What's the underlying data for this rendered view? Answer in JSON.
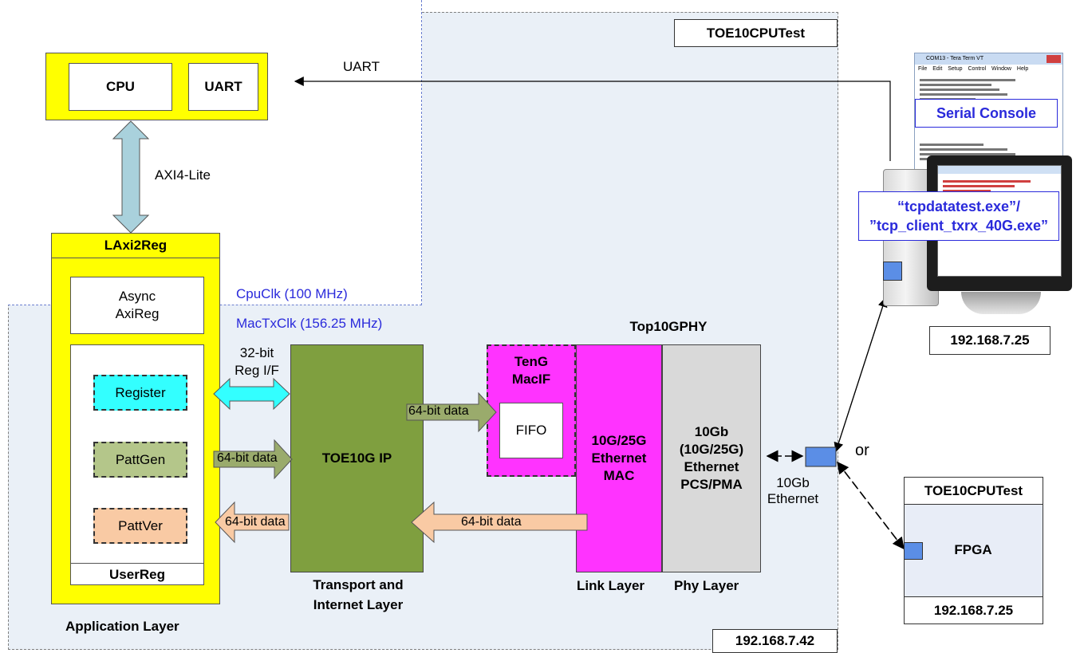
{
  "board": {
    "title": "TOE10CPUTest",
    "ip": "192.168.7.42"
  },
  "cpu_block": {
    "cpu": "CPU",
    "uart": "UART"
  },
  "uart_link": "UART",
  "axi": "AXI4-Lite",
  "clocks": {
    "cpu": "CpuClk (100 MHz)",
    "mac": "MacTxClk (156.25 MHz)"
  },
  "laxi": {
    "title": "LAxi2Reg",
    "async": "Async\nAxiReg",
    "register": "Register",
    "pattgen": "PattGen",
    "pattver": "PattVer",
    "userreg": "UserReg"
  },
  "layers": {
    "application": "Application Layer",
    "transport": "Transport and\nInternet Layer",
    "link": "Link Layer",
    "phy": "Phy Layer"
  },
  "toe": "TOE10G IP",
  "arrows": {
    "reg_if": "32-bit\nReg I/F",
    "patt_data": "64-bit data",
    "ver_data": "64-bit data",
    "fifo_data": "64-bit data",
    "rx_data": "64-bit data"
  },
  "tengmacif": {
    "title": "TenG\nMacIF",
    "fifo": "FIFO"
  },
  "top10gphy": "Top10GPHY",
  "mac": "10G/25G\nEthernet\nMAC",
  "pcs": "10Gb\n(10G/25G)\nEthernet\nPCS/PMA",
  "ethernet": "10Gb\nEthernet",
  "or": "or",
  "pc": {
    "window_title": "COM13 - Tera Term VT",
    "menu": [
      "File",
      "Edit",
      "Setup",
      "Control",
      "Window",
      "Help"
    ],
    "serial_console": "Serial Console",
    "app": "“tcpdatatest.exe”/\n”tcp_client_txrx_40G.exe”",
    "ip": "192.168.7.25"
  },
  "fpga_box": {
    "title": "TOE10CPUTest",
    "label": "FPGA",
    "ip": "192.168.7.25"
  },
  "colors": {
    "yellow": "#ffff00",
    "olive": "#7f9f3f",
    "magenta": "#ff33ff",
    "gray": "#d9d9d9",
    "cyan": "#33ffff",
    "green_box": "#b4c68a",
    "orange_box": "#f9caa4",
    "axi_arrow": "#a9d1dc",
    "bg_panel": "#eaf0f7",
    "blue_port": "#5b8ee6"
  }
}
